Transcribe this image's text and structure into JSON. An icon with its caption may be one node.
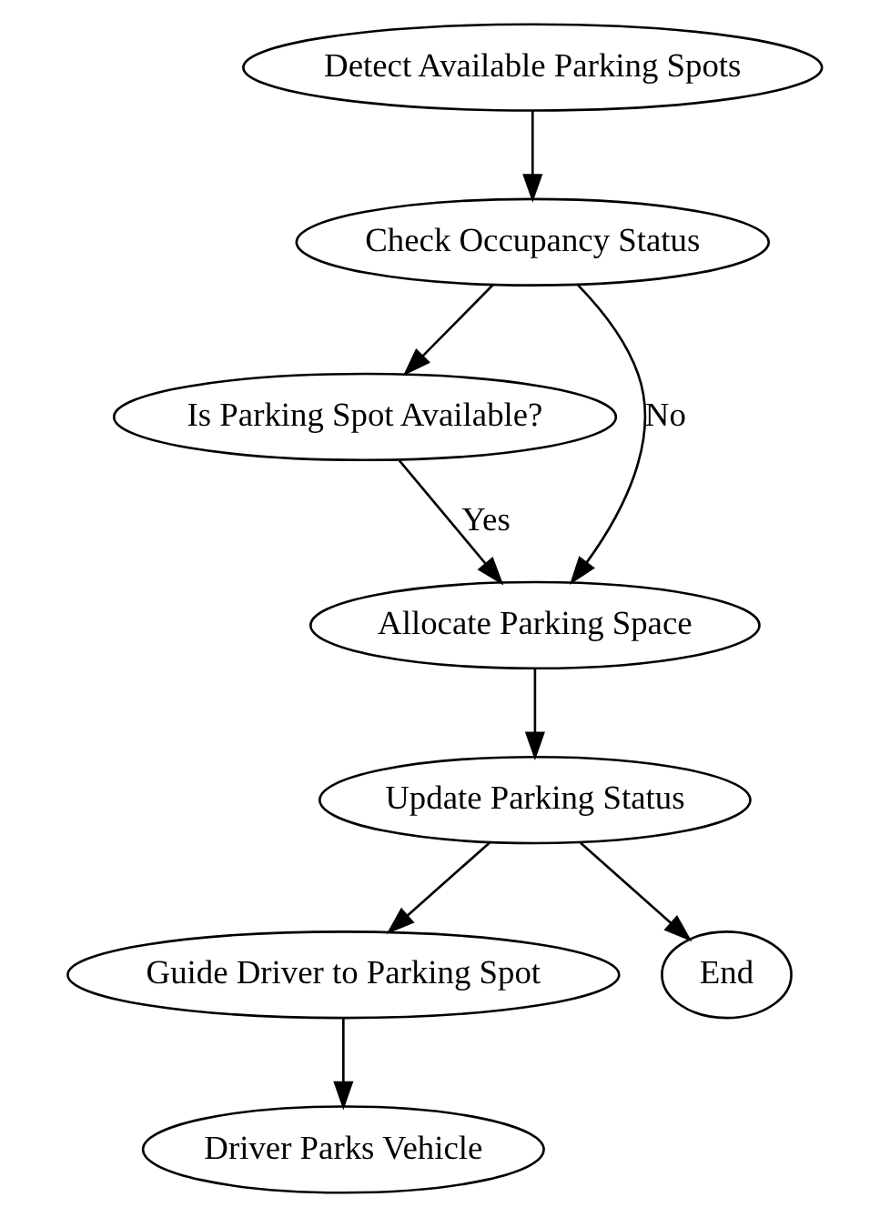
{
  "diagram": {
    "nodes": [
      {
        "text": [
          "Detect Available Parking Spots"
        ]
      },
      {
        "text": [
          "Check Occupancy Status"
        ]
      },
      {
        "text": [
          "Is Parking Spot Available?"
        ]
      },
      {
        "text": [
          "Allocate Parking Space"
        ]
      },
      {
        "text": [
          "Update Parking Status"
        ]
      },
      {
        "text": [
          "Guide Driver to Parking Spot"
        ]
      },
      {
        "text": [
          "End"
        ]
      },
      {
        "text": [
          "Driver Parks Vehicle"
        ]
      }
    ],
    "edges": [
      {
        "from": 0,
        "to": 1,
        "arrow": "to"
      },
      {
        "from": 1,
        "to": 2,
        "arrow": "to"
      },
      {
        "from": 2,
        "to": 3,
        "arrow": "to",
        "label": "Yes"
      },
      {
        "from": 1,
        "to": 3,
        "arrow": "to",
        "label": "No"
      },
      {
        "from": 3,
        "to": 4,
        "arrow": "to"
      },
      {
        "from": 4,
        "to": 5,
        "arrow": "to"
      },
      {
        "from": 4,
        "to": 6,
        "arrow": "to"
      },
      {
        "from": 5,
        "to": 7,
        "arrow": "to"
      }
    ]
  }
}
